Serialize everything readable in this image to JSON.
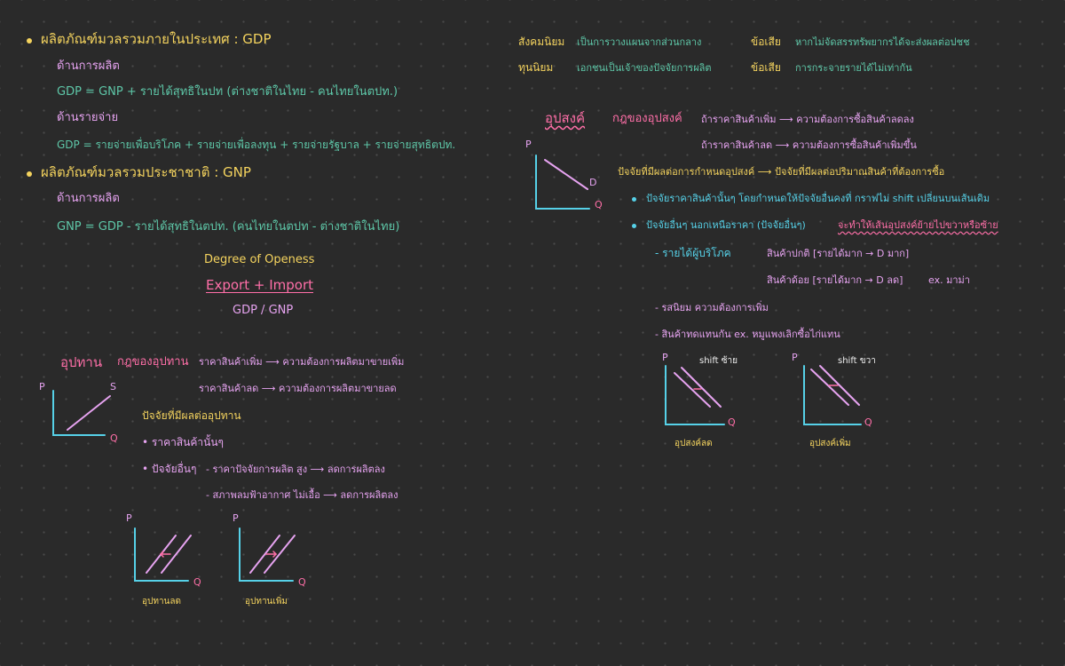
{
  "left": {
    "gdp_heading": "ผลิตภัณฑ์มวลรวมภายในประเทศ : GDP",
    "gdp_production_label": "ด้านการผลิต",
    "gdp_production_formula": "GDP = GNP + รายได้สุทธิในปท (ต่างชาติในไทย - คนไทยในตปท.)",
    "gdp_expenditure_label": "ด้านรายจ่าย",
    "gdp_expenditure_formula": "GDP = รายจ่ายเพื่อบริโภค + รายจ่ายเพื่อลงทุน + รายจ่ายรัฐบาล + รายจ่ายสุทธิตปท.",
    "gnp_heading": "ผลิตภัณฑ์มวลรวมประชาชาติ : GNP",
    "gnp_production_label": "ด้านการผลิต",
    "gnp_formula": "GNP = GDP - รายได้สุทธิในตปท. (คนไทยในตปท - ต่างชาติในไทย)",
    "openness_title": "Degree of Openess",
    "openness_numerator": "Export + Import",
    "openness_denominator": "GDP / GNP",
    "supply_heading": "อุปทาน",
    "supply_law": "กฎของอุปทาน",
    "supply_rule_1": "ราคาสินค้าเพิ่ม ⟶ ความต้องการผลิตมาขายเพิ่ม",
    "supply_rule_2": "ราคาสินค้าลด ⟶ ความต้องการผลิตมาขายลด",
    "supply_factors": "ปัจจัยที่มีผลต่ออุปทาน",
    "supply_factor_1": "• ราคาสินค้านั้นๆ",
    "supply_factor_2": "• ปัจจัยอื่นๆ",
    "supply_factor_2a": "- ราคาปัจจัยการผลิต สูง ⟶ ลดการผลิตลง",
    "supply_factor_2b": "- สภาพลมฟ้าอากาศ ไม่เอื้อ ⟶ ลดการผลิตลง",
    "graph_supply_p": "P",
    "graph_supply_q": "Q",
    "graph_supply_s": "S",
    "supply_decrease_label": "อุปทานลด",
    "supply_increase_label": "อุปทานเพิ่ม"
  },
  "right": {
    "socialism_label": "สังคมนิยม",
    "socialism_desc": "เป็นการวางแผนจากส่วนกลาง",
    "socialism_con_label": "ข้อเสีย",
    "socialism_con": "หากไม่จัดสรรทรัพยากรได้จะส่งผลต่อปชช",
    "capitalism_label": "ทุนนิยม",
    "capitalism_desc": "เอกชนเป็นเจ้าของปัจจัยการผลิต",
    "capitalism_con_label": "ข้อเสีย",
    "capitalism_con": "การกระจายรายได้ไม่เท่ากัน",
    "demand_heading": "อุปสงค์",
    "demand_law": "กฎของอุปสงค์",
    "demand_rule_1": "ถ้าราคาสินค้าเพิ่ม ⟶ ความต้องการซื้อสินค้าลดลง",
    "demand_rule_2": "ถ้าราคาสินค้าลด ⟶ ความต้องการซื้อสินค้าเพิ่มขึ้น",
    "demand_factors": "ปัจจัยที่มีผลต่อการกำหนดอุปสงค์ ⟶ ปัจจัยที่มีผลต่อปริมาณสินค้าที่ต้องการซื้อ",
    "demand_factor_1": "ปัจจัยราคาสินค้านั้นๆ โดยกำหนดให้ปัจจัยอื่นคงที่ กราฟไม่ shift เปลี่ยนบนเส้นเดิม",
    "demand_factor_2a": "ปัจจัยอื่นๆ นอกเหนือราคา (ปัจจัยอื่นๆ) ",
    "demand_factor_2b": "จะทำให้เส้นอุปสงค์ย้ายไปขวาหรือซ้าย",
    "income_label": "- รายได้ผู้บริโภค",
    "normal_goods": "สินค้าปกติ [รายได้มาก → D มาก]",
    "inferior_goods": "สินค้าด้อย [รายได้มาก → D ลด]",
    "inferior_example": "ex. มาม่า",
    "taste": "- รสนิยม ความต้องการเพิ่ม",
    "substitute": "- สินค้าทดแทนกัน ex. หมูแพงเลิกซื้อไก่แทน",
    "graph_demand_p": "P",
    "graph_demand_q": "Q",
    "graph_demand_d": "D",
    "shift_left": "shift ซ้าย",
    "shift_right": "shift ขวา",
    "demand_decrease_label": "อุปสงค์ลด",
    "demand_increase_label": "อุปสงค์เพิ่ม"
  },
  "colors": {
    "background": "#2a2a2a",
    "yellow": "#f4d35e",
    "purple": "#e6a3f0",
    "green": "#5ec7a8",
    "cyan": "#56d1e8",
    "pink": "#ff6fa8"
  }
}
